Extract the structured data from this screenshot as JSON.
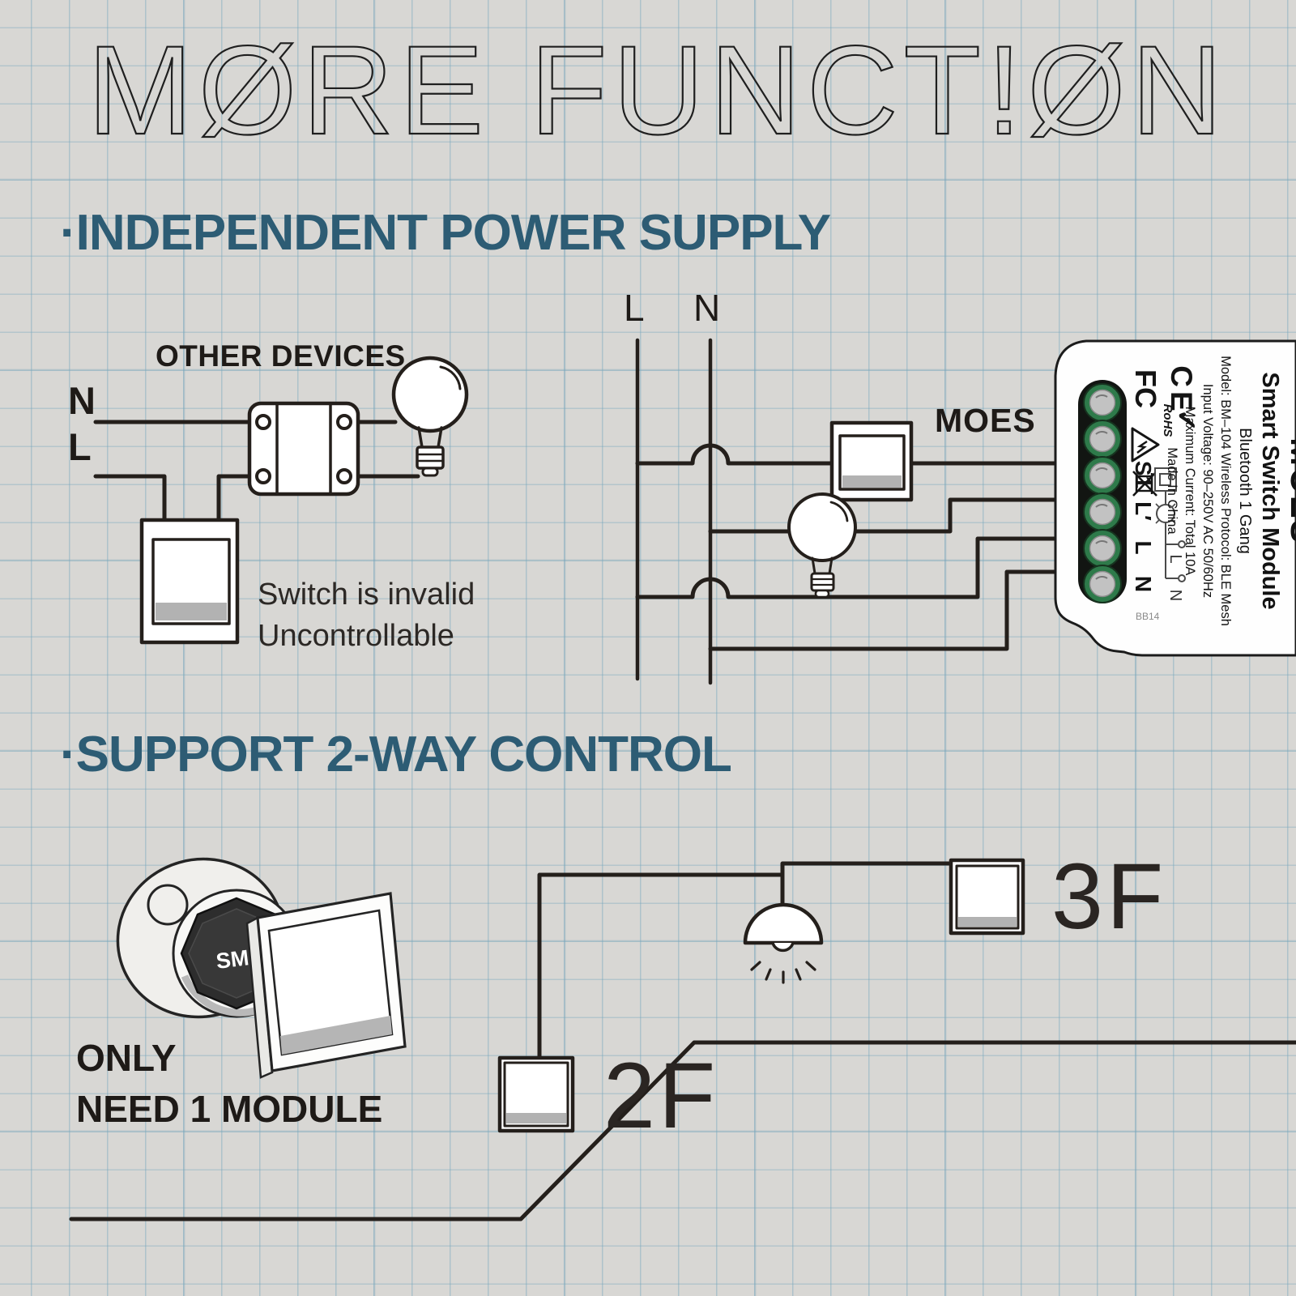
{
  "title": {
    "text": "MORE FUNCTION",
    "display": "MØRE FUNCT!ØN"
  },
  "colors": {
    "paper": "#d8d7d4",
    "grid_blue": "#78a8be",
    "heading_teal": "#2d5c74",
    "line_dark": "#241f1b",
    "terminal_green": "#2e7a4a",
    "screw_silver": "#c2c2c2",
    "switch_gray": "#b2b2b2"
  },
  "section1": {
    "heading": "·INDEPENDENT POWER SUPPLY",
    "left_diagram": {
      "devices_label": "OTHER DEVICES",
      "neutral": "N",
      "live": "L",
      "caption_line1": "Switch is invalid",
      "caption_line2": "Uncontrollable"
    },
    "middle_diagram": {
      "live": "L",
      "neutral": "N",
      "brand": "MOES"
    }
  },
  "module": {
    "brand": "MOES",
    "product_name": "Smart Switch Module",
    "spec_line1": "Bluetooth 1 Gang",
    "spec_line2": "Model: BM–104  Wireless Protocol: BLE Mesh",
    "spec_line3": "Input Voltage: 90–250V AC 50/60Hz",
    "spec_line4": "Maximum Current: Total 10A",
    "spec_line5": "Made In China",
    "certs": {
      "fcc": "FC",
      "ce": "CE",
      "rohs": "RoHS",
      "check": "✓"
    },
    "terminals": [
      "S1",
      "L′",
      "L",
      "N"
    ],
    "mini_diagram": {
      "live": "L",
      "neutral": "N"
    },
    "code": "BB14"
  },
  "section2": {
    "heading": "·SUPPORT 2-WAY CONTROL",
    "caption_line1": "ONLY",
    "caption_line2": "NEED 1 MODULE",
    "module_text": "SMA",
    "floor2": "2F",
    "floor3": "3F"
  }
}
